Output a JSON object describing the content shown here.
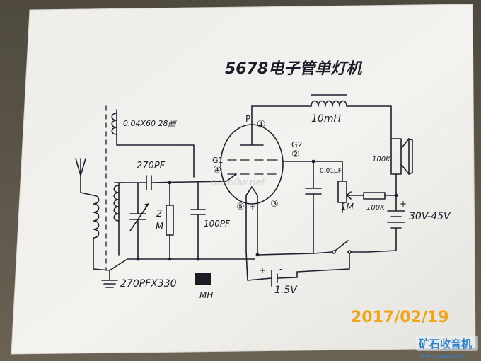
{
  "title": "5678电子管单灯机",
  "labels": {
    "coil": "0.04X60 28圈",
    "inductor": "10mH",
    "plate": "P",
    "plate_pin": "①",
    "g1": "G1",
    "g1_pin": "④",
    "g2": "G2",
    "g2_pin": "②",
    "pin5": "⑤",
    "pin3": "③",
    "cap_270": "270PF",
    "res_2m_top": "2",
    "res_2m_bottom": "M",
    "cap_100": "100PF",
    "var_cap": "270PFX330",
    "var_cap_unit": "MH",
    "cap_001": "0.01μF",
    "pot_1m": "1M",
    "res_100k": "100K",
    "res_100k_side": "100K",
    "batt_hv": "30V-45V",
    "batt_lv": "1.5V",
    "plus_a": "+",
    "plus_b": "+",
    "plus_c": "+",
    "minus": "-"
  },
  "stamp": {
    "date": "2017/02/19"
  },
  "watermark": {
    "text": "矿石收音机",
    "url": "www.crystalradio.cn"
  },
  "ghost_watermark": "nazo0w.net",
  "colors": {
    "paper": "#f1f0ec",
    "ink": "#1e2030",
    "stamp": "#f2a51a",
    "watermark": "#2a7fd0"
  }
}
